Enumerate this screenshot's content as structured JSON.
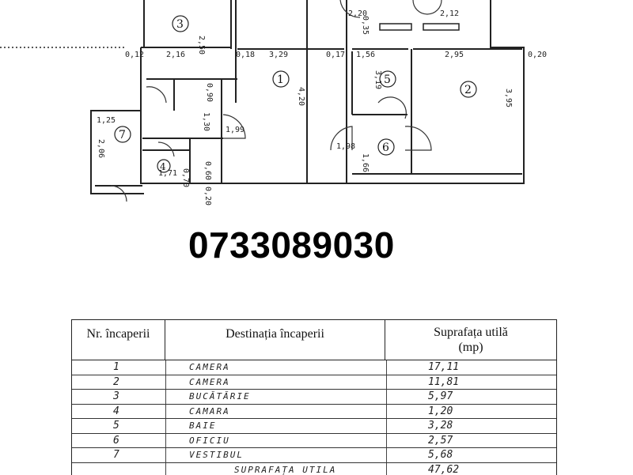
{
  "floor_plan": {
    "room_numbers": [
      "1",
      "2",
      "3",
      "4",
      "5",
      "6",
      "7"
    ],
    "dimensions": [
      "2,16",
      "2,50",
      "3,29",
      "0,18",
      "0,17",
      "0,12",
      "0,20",
      "2,95",
      "3,95",
      "4,20",
      "1,56",
      "3,19",
      "1,25",
      "2,06",
      "1,71",
      "1,99",
      "1,98",
      "0,60",
      "1,30",
      "0,90",
      "2,20",
      "2,12",
      "0,35",
      "1,66",
      "0,70",
      "0,20"
    ]
  },
  "phone": "0733089030",
  "table": {
    "headers": {
      "nr": "Nr. încaperii",
      "dest": "Destinația încaperii",
      "surface_line1": "Suprafața utilă",
      "surface_line2": "(mp)"
    },
    "rows": [
      {
        "nr": "1",
        "dest": "CAMERA",
        "surface": "17,11"
      },
      {
        "nr": "2",
        "dest": "CAMERA",
        "surface": "11,81"
      },
      {
        "nr": "3",
        "dest": "BUCĂTĂRIE",
        "surface": "5,97"
      },
      {
        "nr": "4",
        "dest": "CAMARA",
        "surface": "1,20"
      },
      {
        "nr": "5",
        "dest": "BAIE",
        "surface": "3,28"
      },
      {
        "nr": "6",
        "dest": "OFICIU",
        "surface": "2,57"
      },
      {
        "nr": "7",
        "dest": "VESTIBUL",
        "surface": "5,68"
      }
    ],
    "total": {
      "dest": "SUPRAFAȚA UTILA",
      "surface": "47,62"
    }
  }
}
